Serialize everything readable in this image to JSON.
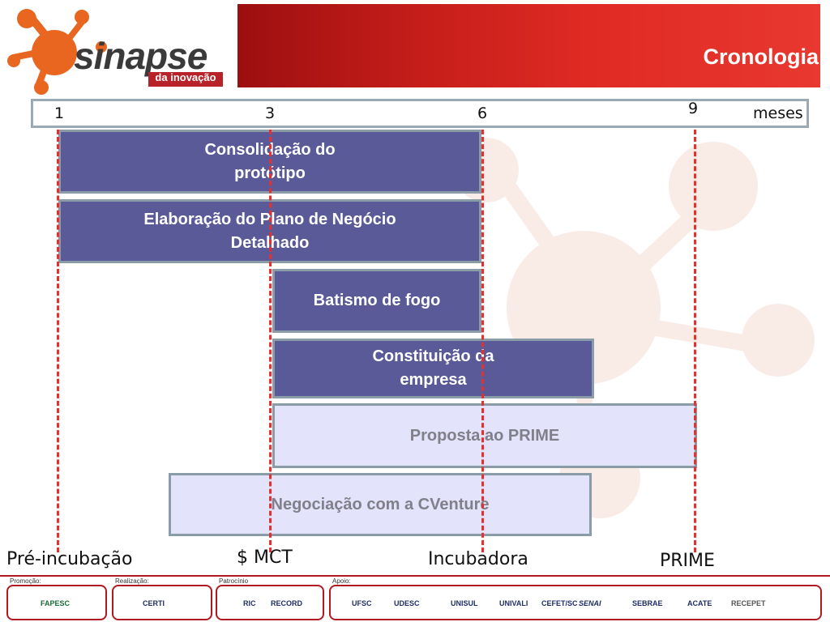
{
  "slide": {
    "title": "Cronologia"
  },
  "logo": {
    "name": "sinapse",
    "tagline": "da inovação",
    "colors": {
      "orange": "#e8661f",
      "dark": "#3a3a3a",
      "red": "#b8232a"
    }
  },
  "timeline": {
    "ticks": [
      "1",
      "3",
      "6",
      "9"
    ],
    "unit_label": "meses"
  },
  "activities": [
    {
      "label_lines": [
        "Consolidação do",
        "protótipo"
      ],
      "style": "dark"
    },
    {
      "label_lines": [
        "Elaboração do Plano de Negócio",
        "Detalhado"
      ],
      "style": "dark"
    },
    {
      "label_lines": [
        "Batismo de fogo"
      ],
      "style": "dark"
    },
    {
      "label_lines": [
        "Constituição da",
        "empresa"
      ],
      "style": "dark"
    },
    {
      "label_lines": [
        "Proposta ao PRIME"
      ],
      "style": "light"
    },
    {
      "label_lines": [
        "Negociação com a CVenture"
      ],
      "style": "light"
    }
  ],
  "milestones": [
    "Pré-incubação",
    "$ MCT",
    "Incubadora",
    "PRIME"
  ],
  "footer": {
    "sections": [
      "Promoção:",
      "Realização:",
      "Patrocínio",
      "Apoio:"
    ],
    "sponsors": {
      "promocao": [
        "FAPESC"
      ],
      "realizacao": [
        "CERTI"
      ],
      "patrocinio": [
        "RIC",
        "RECORD"
      ],
      "apoio": [
        "UFSC",
        "UDESC",
        "UNISUL",
        "UNIVALI",
        "CEFET/SC",
        "SENAI",
        "SEBRAE",
        "ACATE",
        "RECEPET"
      ]
    }
  },
  "colors": {
    "banner_red": "#d8261f",
    "bar_dark": "#5b5a98",
    "bar_light": "#e3e3fb",
    "guide_red": "#e53030",
    "border_gray": "#8a9ca7"
  }
}
